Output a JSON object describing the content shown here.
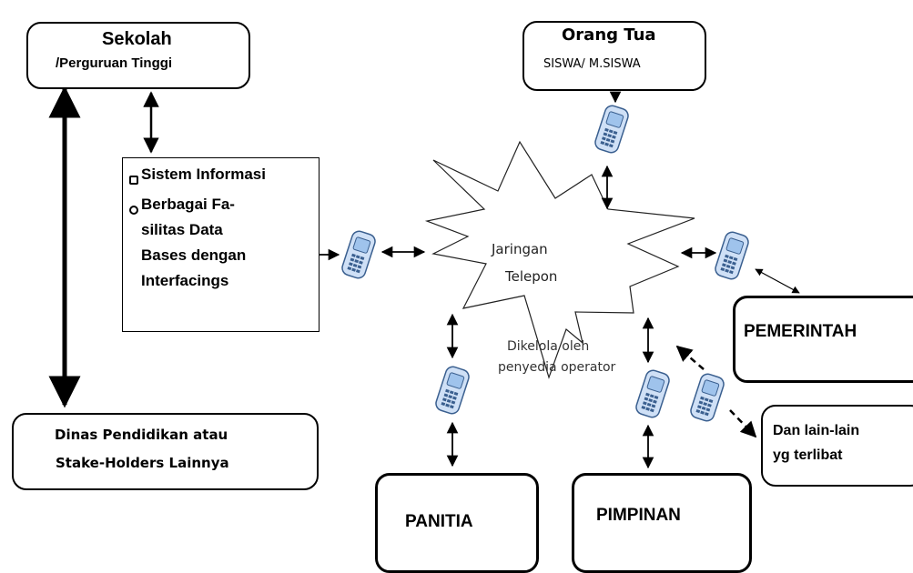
{
  "nodes": {
    "sekolah": {
      "line1": "Sekolah",
      "line2": "/Perguruan Tinggi"
    },
    "orang_tua": {
      "line1": "Orang Tua",
      "line2": "SISWA/ M.SISWA"
    },
    "sistem_informasi": {
      "bullet1": "Sistem Informasi",
      "bullet2_lines": [
        "Berbagai Fa-",
        "silitas Data",
        "Bases dengan",
        "Interfacings"
      ]
    },
    "jaringan": {
      "line1": "Jaringan",
      "line2": "Telepon"
    },
    "dikelola": {
      "line1": "Dikelola oleh",
      "line2": "penyedia operator"
    },
    "pemerintah": {
      "label": "PEMERINTAH"
    },
    "dinas": {
      "line1": "Dinas Pendidikan atau",
      "line2": "Stake-Holders Lainnya"
    },
    "dan_lain": {
      "line1": "Dan lain-lain",
      "line2": "yg terlibat"
    },
    "panitia": {
      "label": "PANITIA"
    },
    "pimpinan": {
      "label": "PIMPINAN"
    }
  },
  "icons": [
    "mobile-phone-icon",
    "bullet-icon"
  ]
}
